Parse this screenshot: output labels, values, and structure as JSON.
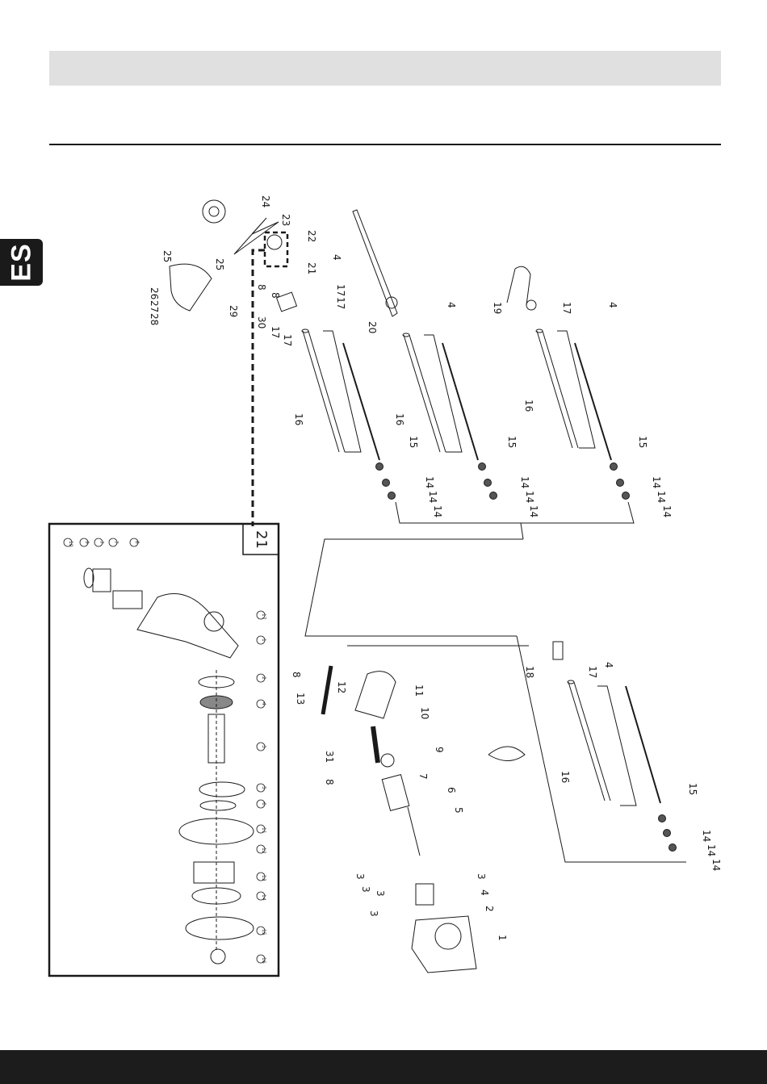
{
  "language_tab": "ES",
  "main_labels": [
    "24",
    "23",
    "22",
    "4",
    "21",
    "25",
    "25",
    "26",
    "27",
    "28",
    "29",
    "8",
    "8",
    "17",
    "30",
    "17",
    "17",
    "17",
    "4",
    "20",
    "19",
    "17",
    "4",
    "16",
    "15",
    "16",
    "15",
    "16",
    "15",
    "14",
    "14",
    "14",
    "14",
    "14",
    "14",
    "14",
    "14",
    "14",
    "18",
    "17",
    "4",
    "8",
    "13",
    "12",
    "11",
    "10",
    "31",
    "9",
    "8",
    "7",
    "6",
    "5",
    "3",
    "3",
    "3",
    "3",
    "3",
    "4",
    "2",
    "1",
    "16",
    "15",
    "14",
    "14",
    "14"
  ],
  "detail": {
    "title": "21",
    "labels": [
      "10",
      "9",
      "7",
      "7",
      "8",
      "17",
      "1",
      "2",
      "4",
      "3",
      "5",
      "6",
      "11",
      "12",
      "13",
      "14",
      "15",
      "16"
    ]
  },
  "colors": {
    "ink": "#1a1a1a",
    "header": "#e0e0e0",
    "footer": "#1c1c1c"
  }
}
